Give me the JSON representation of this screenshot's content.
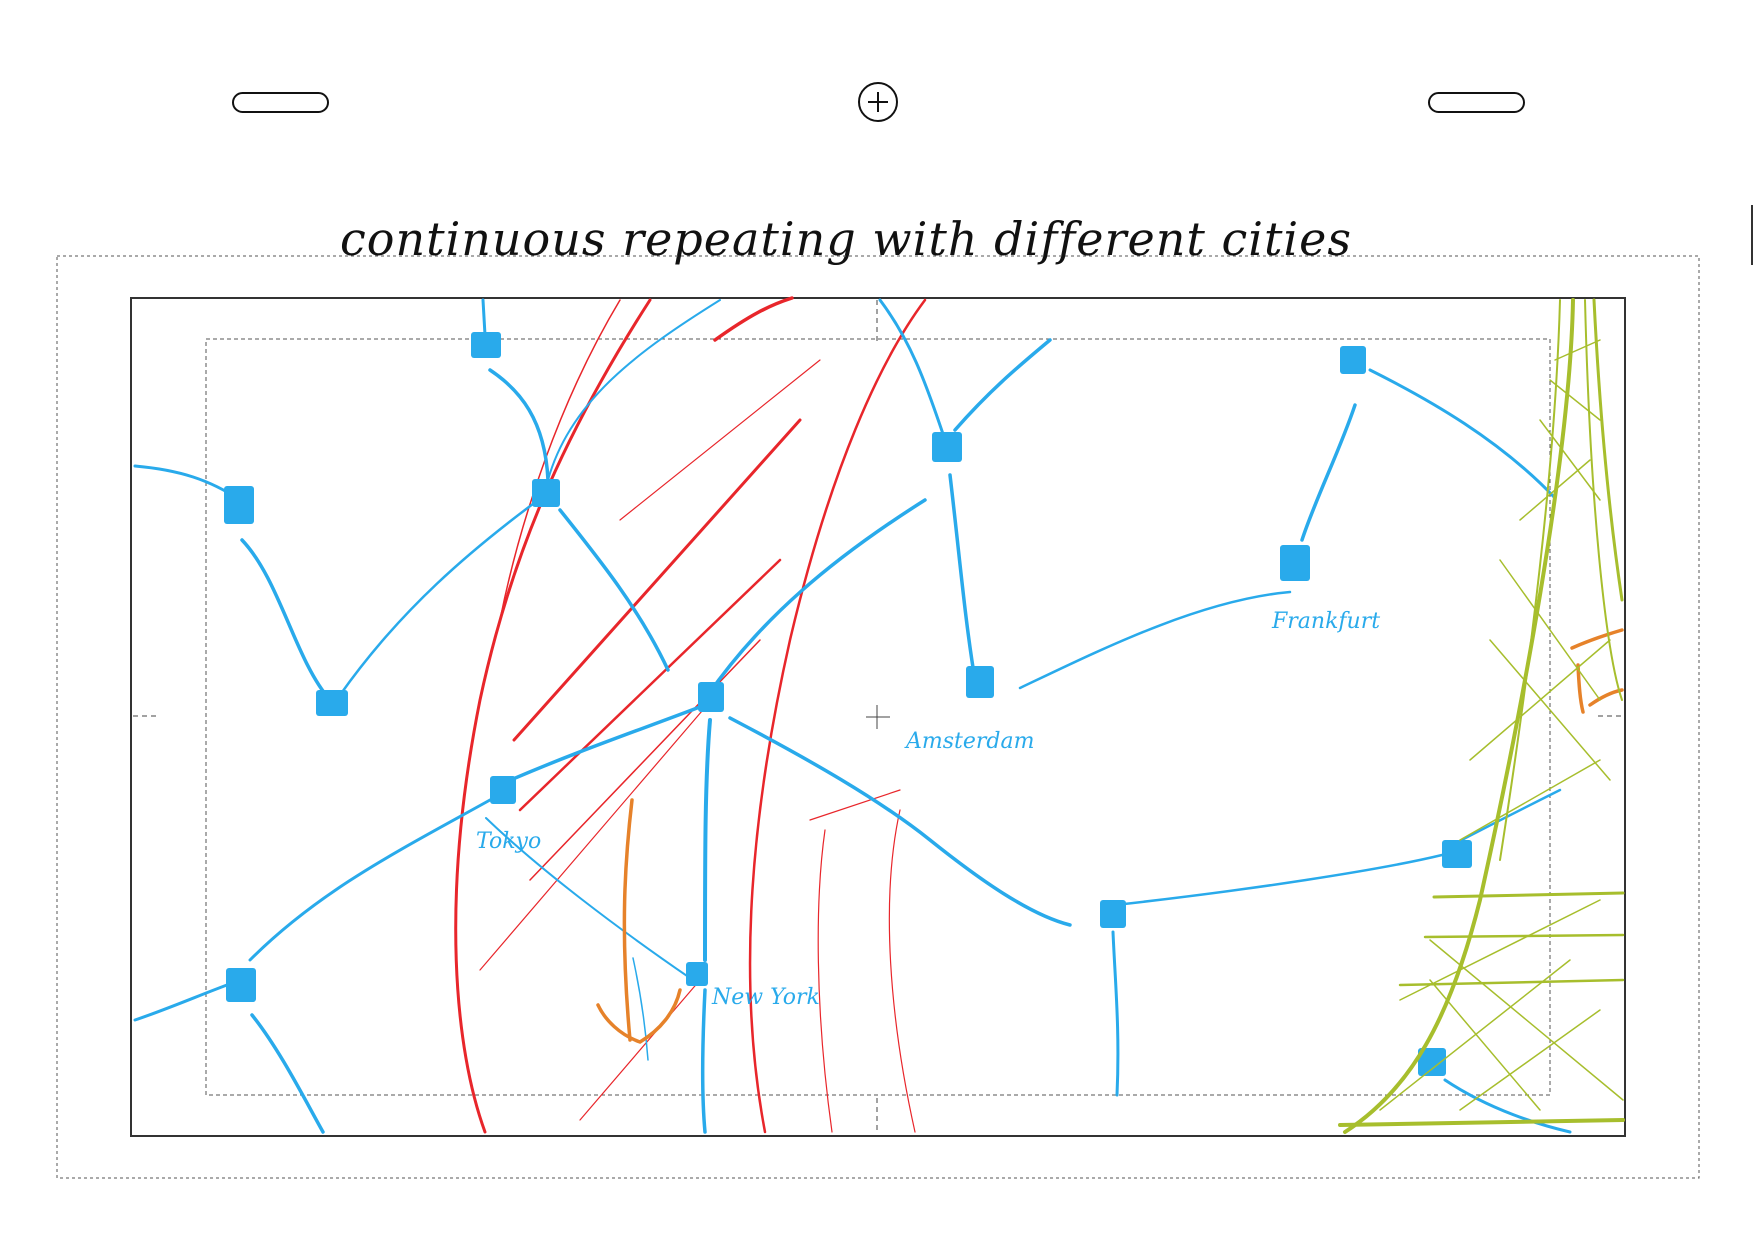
{
  "toolbar": {
    "left_handle_icon": "pill-handle",
    "center_add_icon": "plus-circle",
    "right_handle_icon": "pill-handle"
  },
  "sketch": {
    "title": "continuous repeating with different cities",
    "cities": [
      {
        "name": "Amsterdam"
      },
      {
        "name": "Frankfurt"
      },
      {
        "name": "Tokyo"
      },
      {
        "name": "New York"
      }
    ]
  },
  "colors": {
    "network": "#29aaeb",
    "river": "#e8262b",
    "tower": "#a7be2d",
    "accent": "#e6822a",
    "frame": "#333333"
  }
}
